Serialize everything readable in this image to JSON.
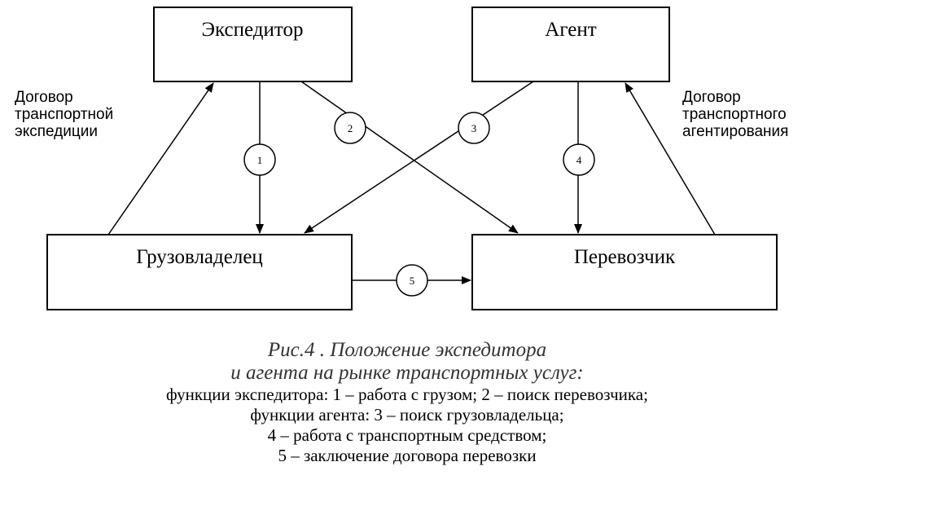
{
  "nodes": {
    "expeditor": "Экспедитор",
    "agent": "Агент",
    "cargo_owner": "Грузовладелец",
    "carrier": "Перевозчик"
  },
  "left_label": [
    "Договор",
    "транспортной",
    "экспедиции"
  ],
  "right_label": [
    "Договор",
    "транспортного",
    "агентирования"
  ],
  "markers": [
    "1",
    "2",
    "3",
    "4",
    "5"
  ],
  "caption": {
    "title_line1": "Рис.4 . Положение экспедитора",
    "title_line2": "и агента на рынке транспортных услуг:",
    "lines": [
      "функции экспедитора: 1 – работа с грузом; 2 – поиск перевозчика;",
      "функции агента: 3 – поиск грузовладельца;",
      "4 – работа с транспортным средством;",
      "5 – заключение договора перевозки"
    ]
  }
}
